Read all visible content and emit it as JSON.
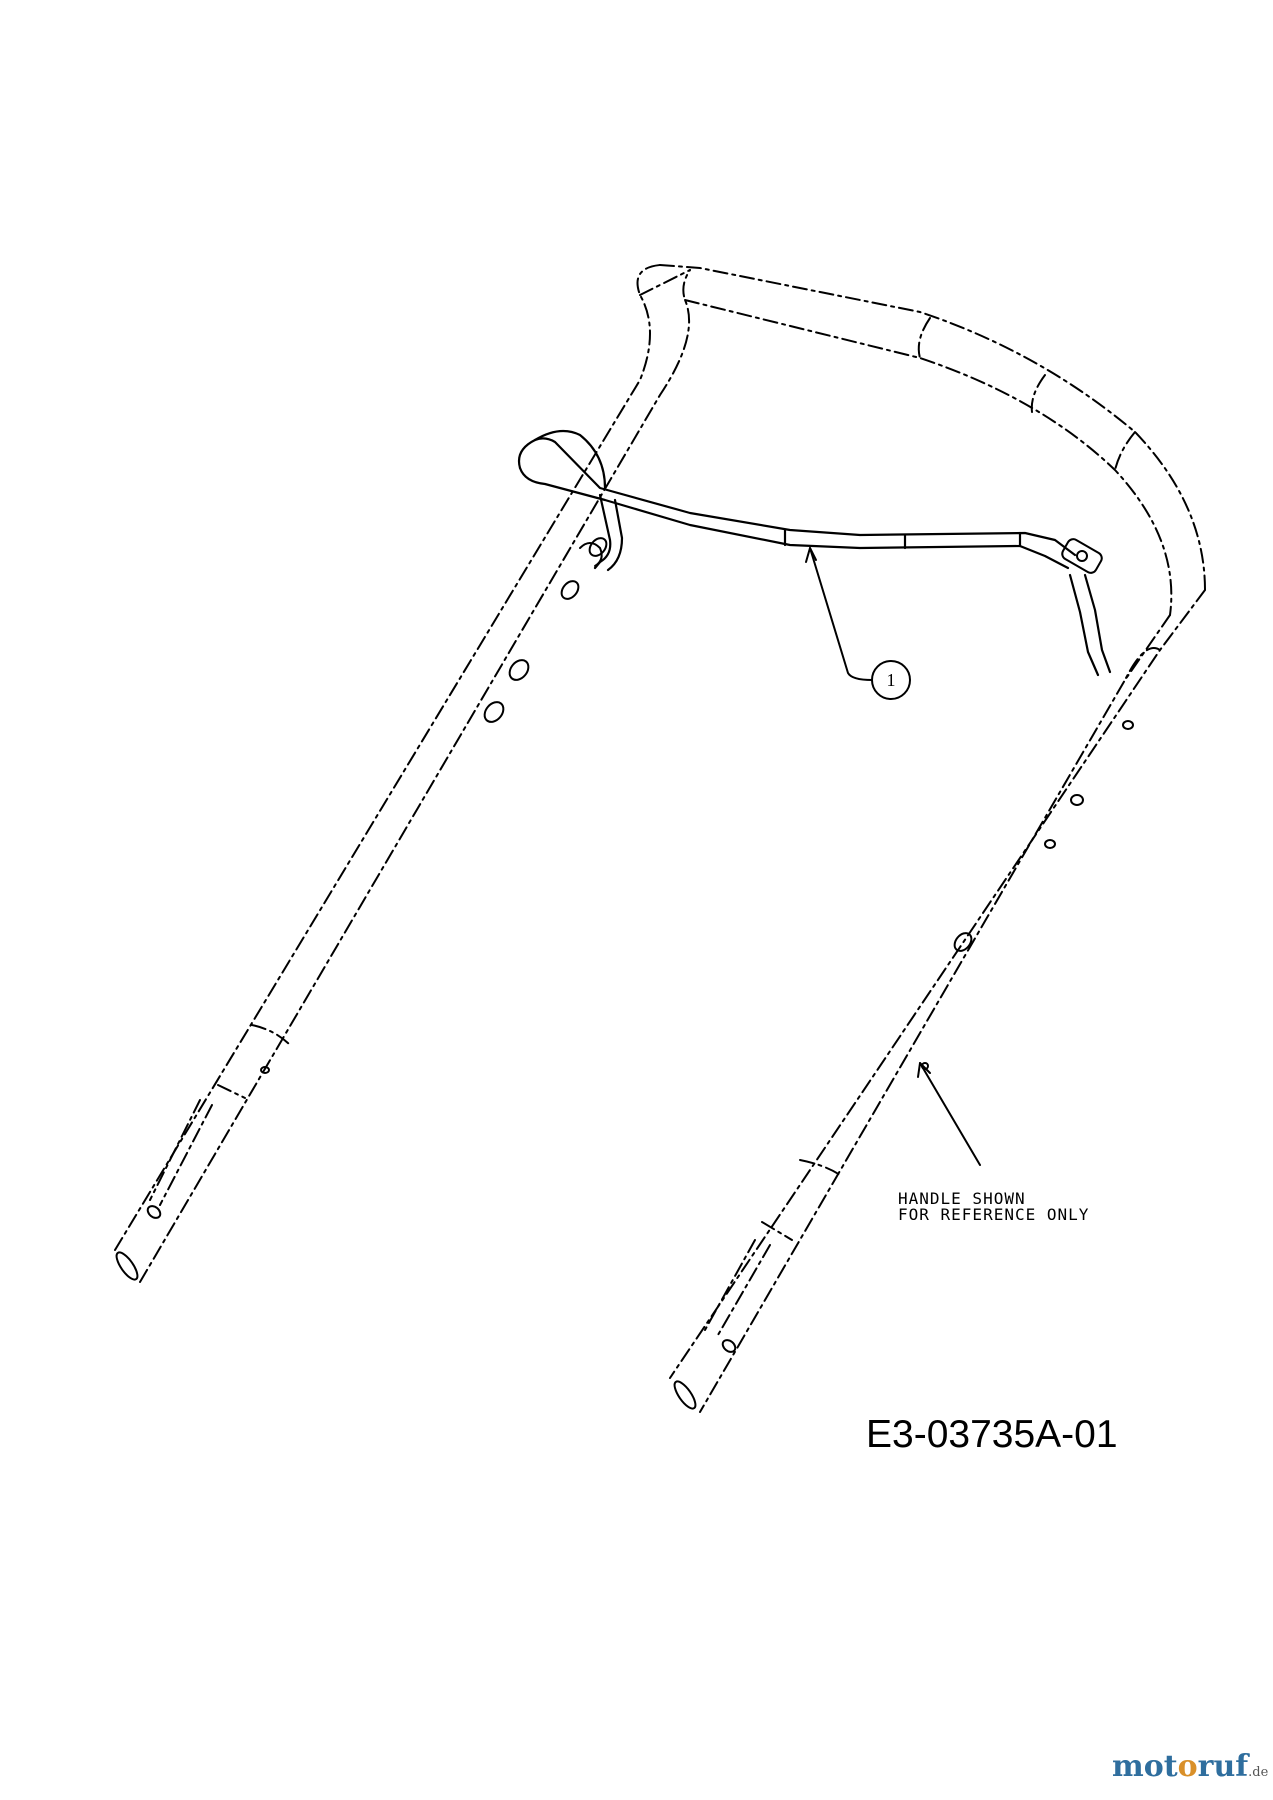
{
  "callouts": [
    {
      "number": "1"
    }
  ],
  "reference_note": {
    "line1": "HANDLE SHOWN",
    "line2": "FOR REFERENCE ONLY"
  },
  "drawing_id": "E3-03735A-01",
  "watermark": {
    "part1": "mot",
    "part2": "o",
    "part3": "ruf",
    "suffix": ".de",
    "colors": [
      "#2f6e9e",
      "#d9902a",
      "#2f6e9e"
    ]
  }
}
